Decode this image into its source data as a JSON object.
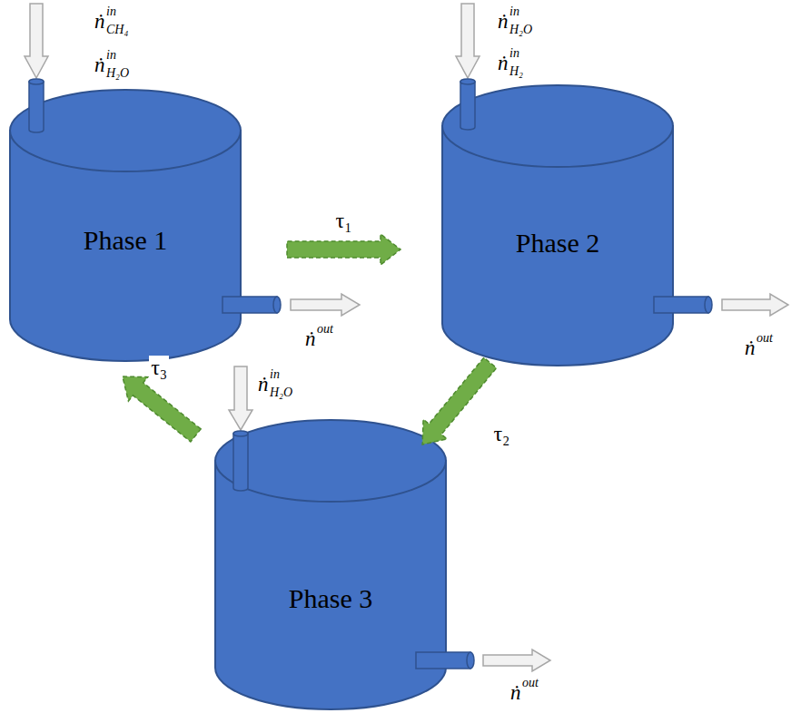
{
  "diagram": {
    "nodes": [
      {
        "text": [
          "Phase 1"
        ]
      },
      {
        "text": [
          "Phase 2"
        ]
      },
      {
        "text": [
          "Phase 3"
        ]
      }
    ],
    "edges": [
      {
        "from": 0,
        "to": 1,
        "arrow": "to",
        "label": "τ₁"
      },
      {
        "from": 1,
        "to": 2,
        "arrow": "to",
        "label": "τ₂"
      },
      {
        "from": 2,
        "to": 0,
        "arrow": "to",
        "label": "τ₃"
      }
    ],
    "labels": [
      "ṅ",
      "in",
      "CH₄",
      "ṅ",
      "in",
      "H₂O",
      "ṅ",
      "out",
      "ṅ",
      "in",
      "H₂O",
      "ṅ",
      "in",
      "H₂",
      "ṅ",
      "out",
      "ṅ",
      "in",
      "H₂O",
      "ṅ",
      "out"
    ]
  }
}
